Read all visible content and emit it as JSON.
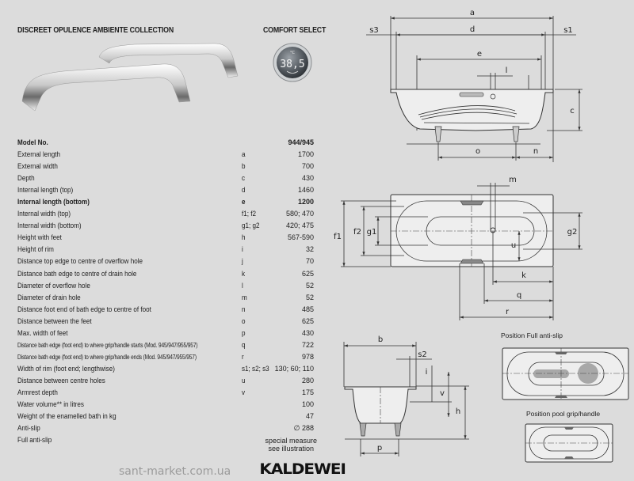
{
  "header": {
    "collection_title": "DISCREET OPULENCE AMBIENTE COLLECTION",
    "comfort_title": "COMFORT SELECT",
    "display_unit": "°C",
    "display_value": "38,5"
  },
  "spec": {
    "rows": [
      {
        "label": "Model No.",
        "symbol": "",
        "value": "944/945",
        "bold": true
      },
      {
        "label": "External length",
        "symbol": "a",
        "value": "1700"
      },
      {
        "label": "External width",
        "symbol": "b",
        "value": "700"
      },
      {
        "label": "Depth",
        "symbol": "c",
        "value": "430"
      },
      {
        "label": "Internal length (top)",
        "symbol": "d",
        "value": "1460"
      },
      {
        "label": "Internal length (bottom)",
        "symbol": "e",
        "value": "1200",
        "bold": true
      },
      {
        "label": "Internal width (top)",
        "symbol": "f1; f2",
        "value": "580; 470"
      },
      {
        "label": "Internal width (bottom)",
        "symbol": "g1; g2",
        "value": "420; 475"
      },
      {
        "label": "Height with feet",
        "symbol": "h",
        "value": "567-590"
      },
      {
        "label": "Height of rim",
        "symbol": "i",
        "value": "32"
      },
      {
        "label": "Distance top edge to centre of overflow hole",
        "symbol": "j",
        "value": "70"
      },
      {
        "label": "Distance bath edge to centre of drain hole",
        "symbol": "k",
        "value": "625"
      },
      {
        "label": "Diameter of overflow hole",
        "symbol": "l",
        "value": "52"
      },
      {
        "label": "Diameter of drain hole",
        "symbol": "m",
        "value": "52"
      },
      {
        "label": "Distance foot end of bath edge to centre of foot",
        "symbol": "n",
        "value": "485"
      },
      {
        "label": "Distance between the feet",
        "symbol": "o",
        "value": "625"
      },
      {
        "label": "Max. width of feet",
        "symbol": "p",
        "value": "430"
      },
      {
        "label": "Distance bath edge (foot end) to where grip/handle starts (Mod. 945/947/955/957)",
        "symbol": "q",
        "value": "722",
        "small": true
      },
      {
        "label": "Distance bath edge (foot end) to where grip/handle ends (Mod. 945/947/955/957)",
        "symbol": "r",
        "value": "978",
        "small": true
      },
      {
        "label": "Width of rim (foot end; lengthwise)",
        "symbol": "s1; s2; s3",
        "value": "130; 60; 110"
      },
      {
        "label": "Distance between centre holes",
        "symbol": "u",
        "value": "280"
      },
      {
        "label": "Armrest depth",
        "symbol": "v",
        "value": "175"
      },
      {
        "label": "Water volume** in litres",
        "symbol": "",
        "value": "100"
      },
      {
        "label": "Weight of the enamelled bath in kg",
        "symbol": "",
        "value": "47"
      },
      {
        "label": "Anti-slip",
        "symbol": "",
        "value": "∅ 288"
      },
      {
        "label": "Full anti-slip",
        "symbol": "",
        "value": "special measure\nsee illustration",
        "multi": true
      }
    ]
  },
  "drawings": {
    "side": {
      "a": "a",
      "d": "d",
      "s3": "s3",
      "s1": "s1",
      "e": "e",
      "l": "l",
      "c": "c",
      "o": "o",
      "n": "n"
    },
    "plan": {
      "f1": "f1",
      "f2": "f2",
      "g1": "g1",
      "g2": "g2",
      "m": "m",
      "u": "u",
      "k": "k",
      "q": "q",
      "r": "r"
    },
    "section": {
      "b": "b",
      "s2": "s2",
      "i": "i",
      "v": "v",
      "h": "h",
      "p": "p"
    },
    "full_antislip_caption": "Position Full anti-slip",
    "pool_grip_caption": "Position pool grip/handle"
  },
  "footer": {
    "logo": "KALDEWEI",
    "watermark": "sant-market.com.ua"
  }
}
